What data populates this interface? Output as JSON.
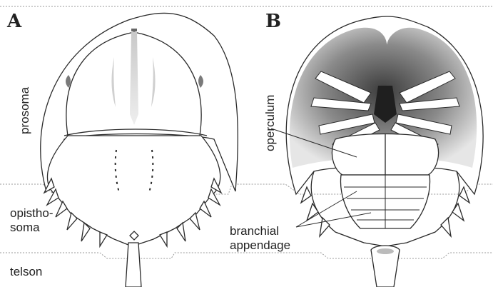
{
  "figure": {
    "panel_a_letter": "A",
    "panel_b_letter": "B",
    "labels": {
      "prosoma": "prosoma",
      "opistho_line1": "opistho-",
      "opistho_line2": "soma",
      "telson": "telson",
      "operculum": "operculum",
      "branchial_line1": "branchial",
      "branchial_line2": "appendage"
    }
  },
  "colors": {
    "stroke": "#2a2a2a",
    "shade_dark": "#5a5a5a",
    "shade_light": "#d8d8d8",
    "guide": "#9a9a9a"
  }
}
